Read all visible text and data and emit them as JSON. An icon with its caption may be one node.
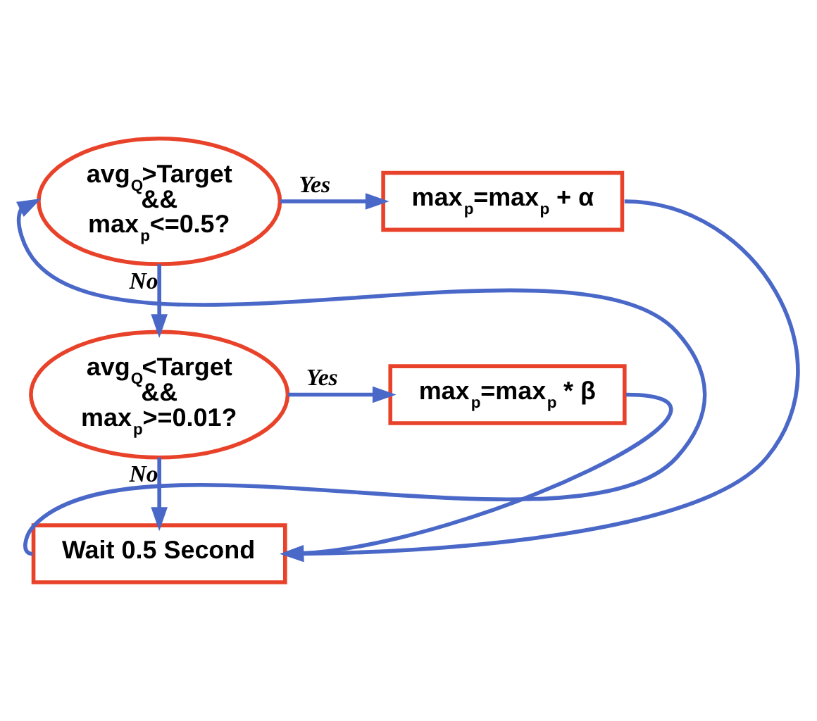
{
  "diagram": {
    "nodes": [
      {
        "text": [
          "avg$_{Q}$>Target && max$_{p}$<=0.5?"
        ]
      },
      {
        "text": [
          "max$_{p}$=max$_{p}$ + α"
        ]
      },
      {
        "text": [
          "avg$_{Q}$<Target && max$_{p}$>=0.01?"
        ]
      },
      {
        "text": [
          "max$_{p}$=max$_{p}$ * β"
        ]
      },
      {
        "text": [
          "Wait 0.5 Second"
        ]
      }
    ],
    "edges": [
      {
        "from": 0,
        "to": 1,
        "arrow": "to",
        "label": "Yes"
      },
      {
        "from": 0,
        "to": 2,
        "arrow": "to",
        "label": "No"
      },
      {
        "from": 2,
        "to": 3,
        "arrow": "to",
        "label": "Yes"
      },
      {
        "from": 2,
        "to": 4,
        "arrow": "to",
        "label": "No"
      },
      {
        "from": 1,
        "to": 4,
        "arrow": "to"
      },
      {
        "from": 3,
        "to": 4,
        "arrow": "to"
      },
      {
        "from": 4,
        "to": 0,
        "arrow": "to"
      }
    ]
  }
}
